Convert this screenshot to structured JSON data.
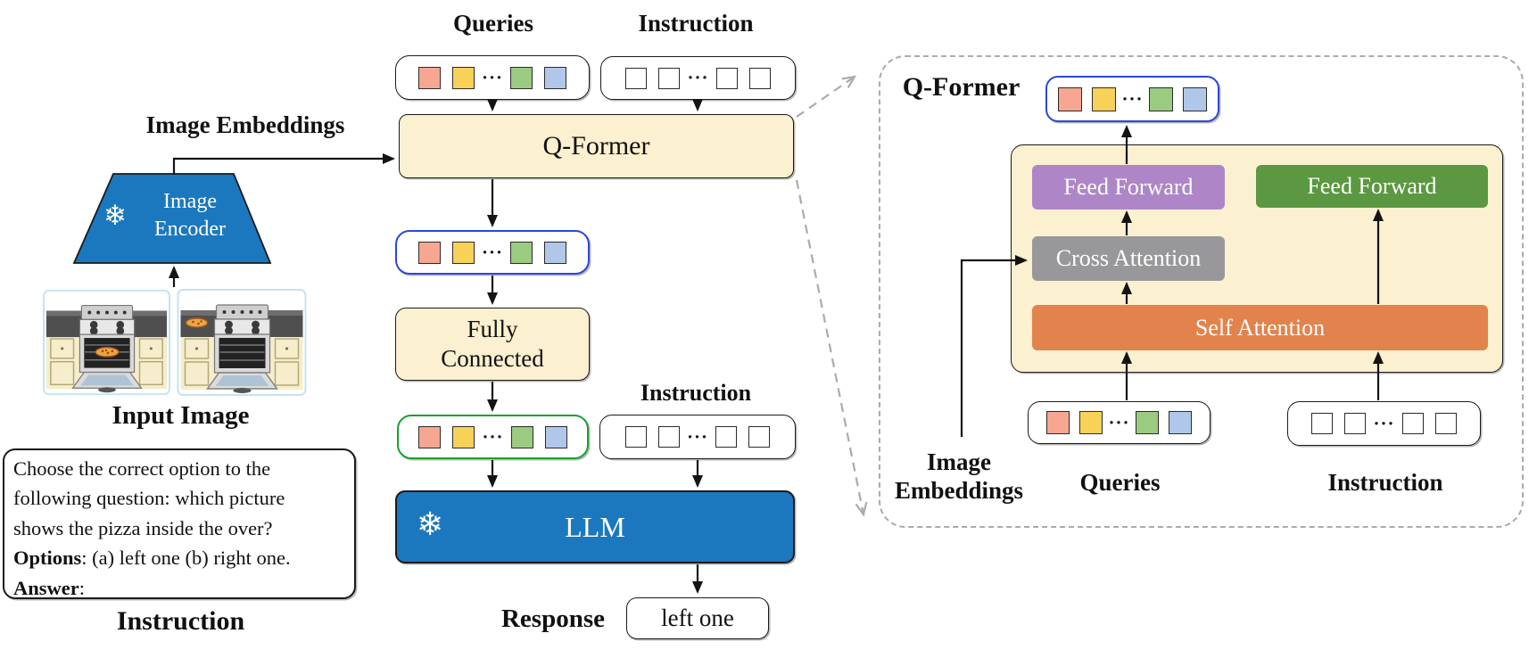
{
  "palette": {
    "cream": "#FBF0CF",
    "primary_blue": "#1B78BE",
    "purple": "#AE86C8",
    "gray": "#98989A",
    "green": "#5C9842",
    "orange": "#E2834E",
    "token_salmon": "#F7A692",
    "token_yellow": "#F8D159",
    "token_green": "#9BCA81",
    "token_blue": "#B0C7E9",
    "blue_border": "#2B48D8",
    "green_border": "#1AA12E",
    "white": "#FFFFFF"
  },
  "tokens": {
    "dots": "···",
    "query_row": [
      "token_salmon",
      "token_yellow",
      "dots",
      "token_green",
      "token_blue"
    ],
    "instruction_row": [
      "white",
      "white",
      "dots",
      "white",
      "white"
    ]
  },
  "left": {
    "image_embeddings_label": "Image Embeddings",
    "encoder": {
      "snowflake": "❄",
      "label": "Image Encoder"
    },
    "input_image_label": "Input Image",
    "instruction_box": {
      "line1": "Choose the correct option to the",
      "line2": "following question: which picture",
      "line3": "shows the pizza inside the over?",
      "options_label": "Options",
      "options_text": ": (a) left one (b) right one.",
      "answer_label": "Answer",
      "answer_text": ":"
    },
    "instruction_label": "Instruction"
  },
  "middle": {
    "queries_label": "Queries",
    "instruction_label_top": "Instruction",
    "qformer_label": "Q-Former",
    "fully_connected_label": "Fully Connected",
    "instruction_label_mid": "Instruction",
    "llm": {
      "snowflake": "❄",
      "label": "LLM"
    },
    "response_label": "Response",
    "response_value": "left one"
  },
  "right": {
    "title": "Q-Former",
    "feed_forward_left": "Feed Forward",
    "feed_forward_right": "Feed Forward",
    "cross_attention": "Cross Attention",
    "self_attention": "Self Attention",
    "image_embeddings_line1": "Image",
    "image_embeddings_line2": "Embeddings",
    "queries_label": "Queries",
    "instruction_label": "Instruction"
  }
}
